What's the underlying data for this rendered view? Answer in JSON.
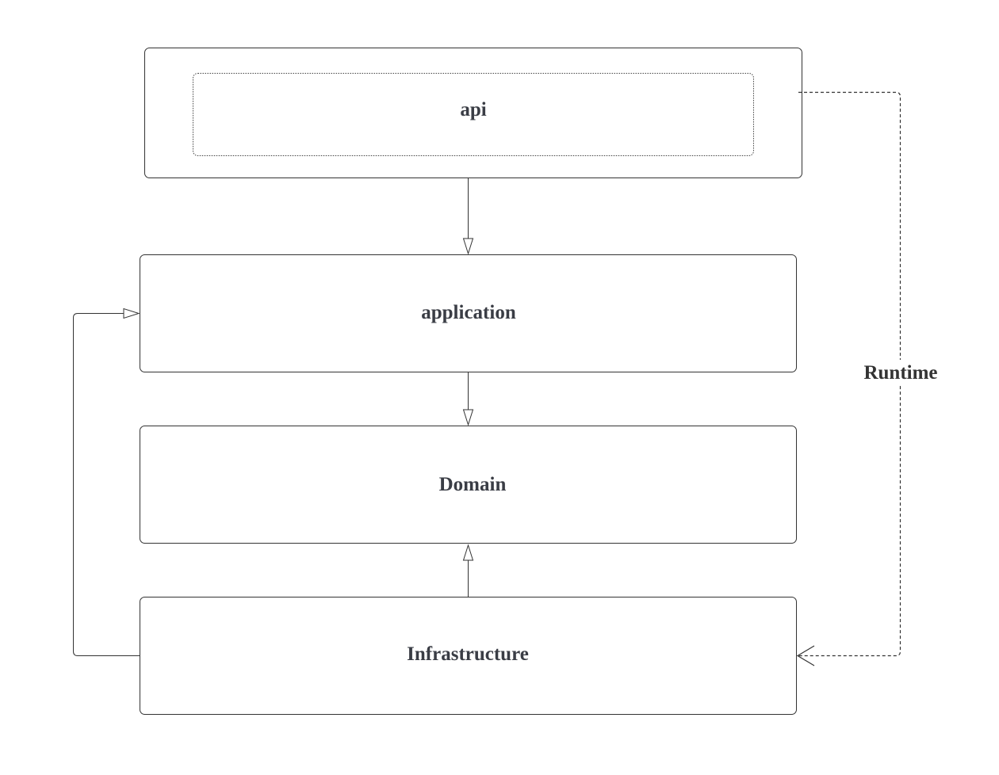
{
  "diagram": {
    "nodes": {
      "api": {
        "label": "api"
      },
      "application": {
        "label": "application"
      },
      "domain": {
        "label": "Domain"
      },
      "infrastructure": {
        "label": "Infrastructure"
      }
    },
    "edges": [
      {
        "from": "api",
        "to": "application",
        "style": "solid",
        "arrow": "hollow-triangle"
      },
      {
        "from": "application",
        "to": "domain",
        "style": "solid",
        "arrow": "hollow-triangle"
      },
      {
        "from": "infrastructure",
        "to": "domain",
        "style": "solid",
        "arrow": "hollow-triangle"
      },
      {
        "from": "infrastructure",
        "to": "application",
        "style": "solid",
        "arrow": "hollow-triangle"
      },
      {
        "from": "api",
        "to": "infrastructure",
        "style": "dashed",
        "arrow": "open-chevron",
        "label": "Runtime"
      }
    ],
    "colors": {
      "stroke": "#333333",
      "label_text": "#3a3d45",
      "background": "#ffffff"
    }
  }
}
